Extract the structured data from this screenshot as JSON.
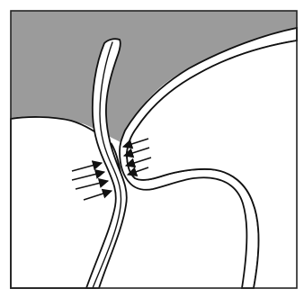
{
  "figure": {
    "colors": {
      "background_region": "#9b9b9b",
      "body_fill": "#ffffff",
      "stroke": "#111111",
      "frame": "#222222"
    },
    "parts": [
      {
        "name": "gray-background-region",
        "fill": "gray"
      },
      {
        "name": "left-lobe",
        "fill": "white"
      },
      {
        "name": "right-curved-membrane",
        "fill": "white"
      },
      {
        "name": "vertical-flexible-strip",
        "fill": "white"
      }
    ],
    "arrow_groups": [
      {
        "name": "left-pressure-arrows",
        "count": 4,
        "direction": "right"
      },
      {
        "name": "right-pressure-arrows",
        "count": 4,
        "direction": "left"
      }
    ]
  }
}
